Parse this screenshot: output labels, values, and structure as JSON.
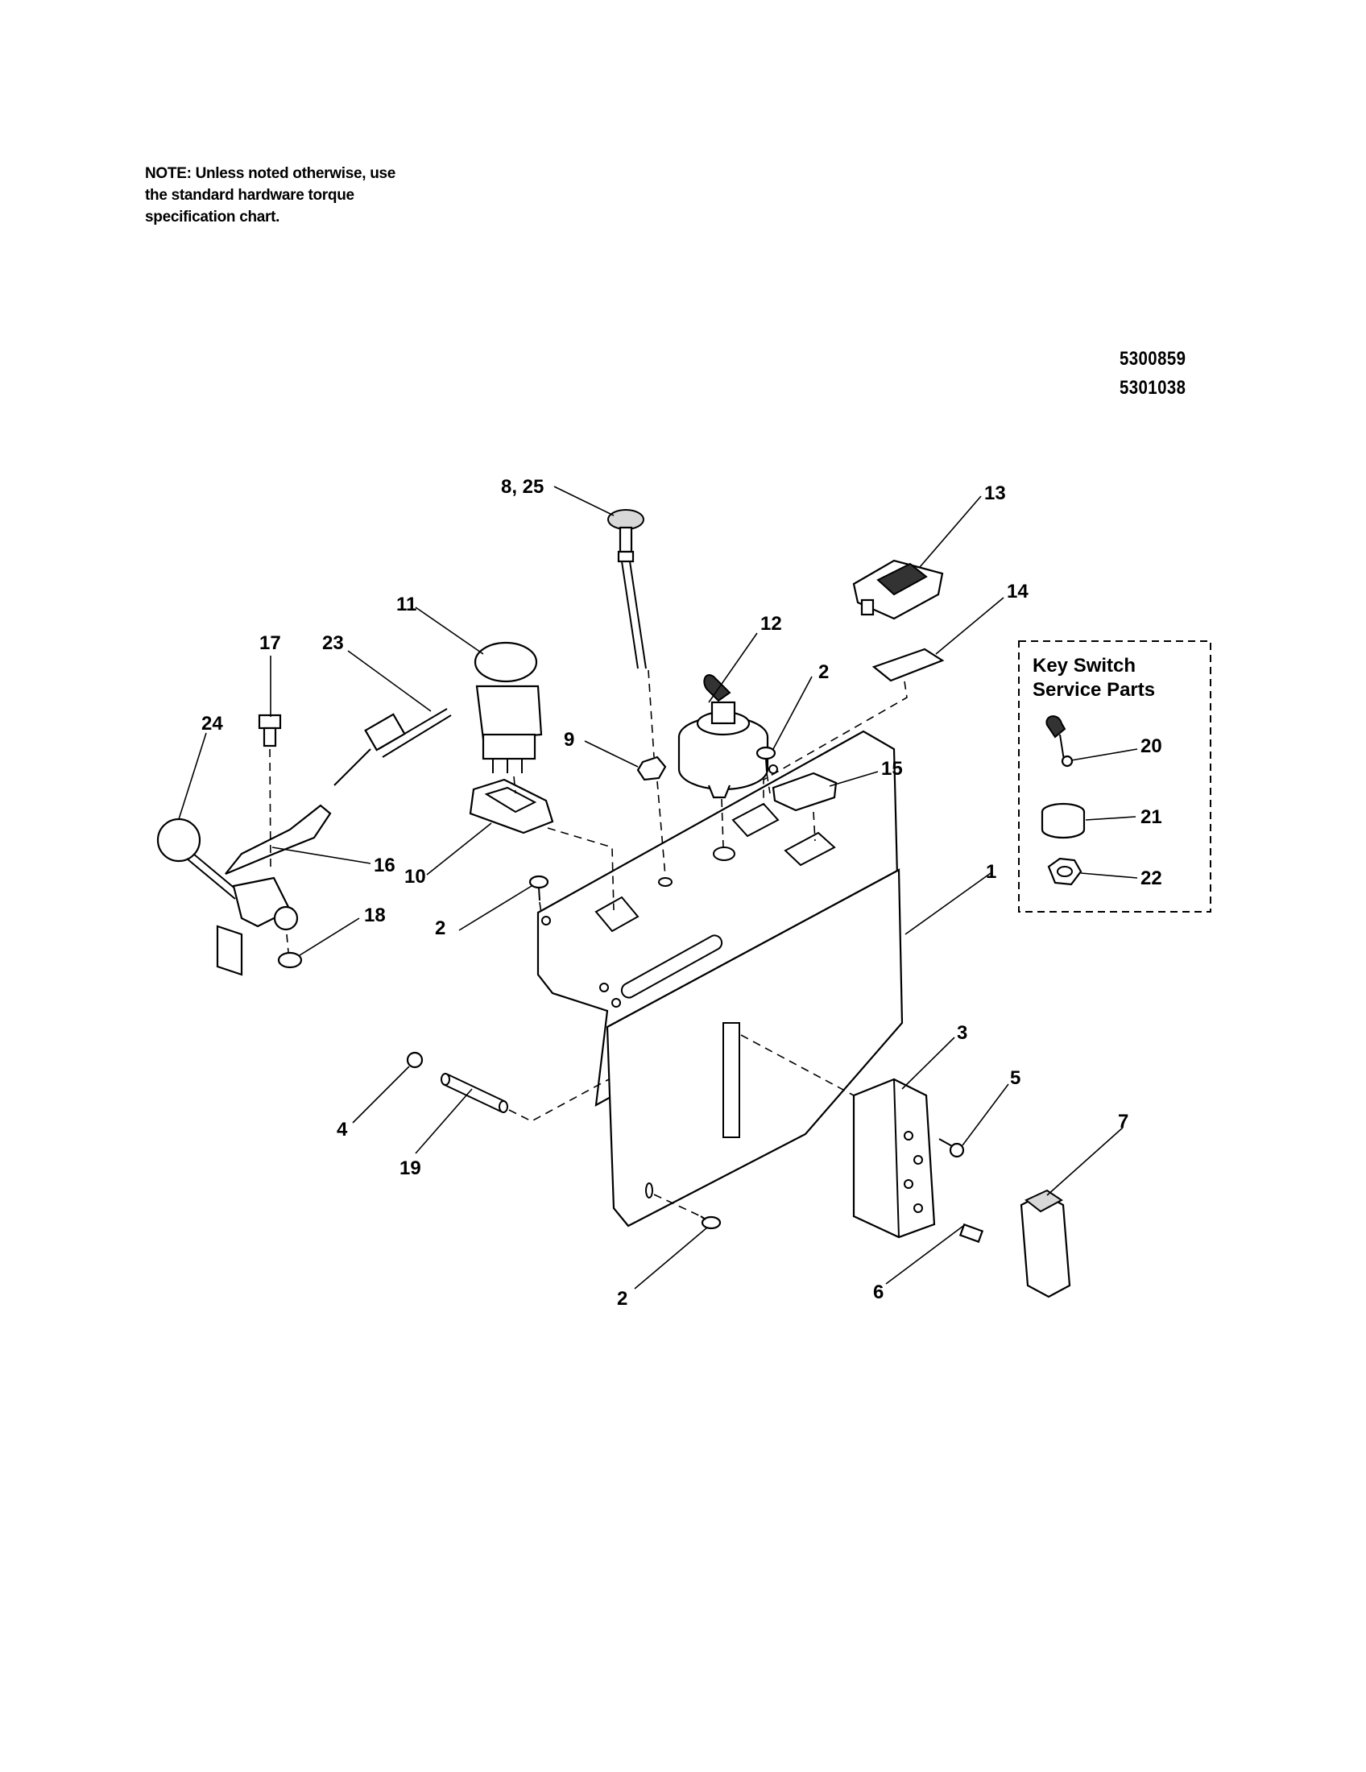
{
  "note": {
    "lines": [
      "NOTE: Unless noted otherwise, use",
      "the standard hardware torque",
      "specification chart."
    ]
  },
  "part_numbers": [
    "5300859",
    "5301038"
  ],
  "service_box": {
    "title_lines": [
      "Key Switch",
      "Service Parts"
    ]
  },
  "callouts": {
    "c1": "1",
    "c2a": "2",
    "c2b": "2",
    "c2c": "2",
    "c3": "3",
    "c4": "4",
    "c5": "5",
    "c6": "6",
    "c7": "7",
    "c8_25": "8, 25",
    "c9": "9",
    "c10": "10",
    "c11": "11",
    "c12": "12",
    "c13": "13",
    "c14": "14",
    "c15": "15",
    "c16": "16",
    "c17": "17",
    "c18": "18",
    "c19": "19",
    "c20": "20",
    "c21": "21",
    "c22": "22",
    "c23": "23",
    "c24": "24"
  }
}
